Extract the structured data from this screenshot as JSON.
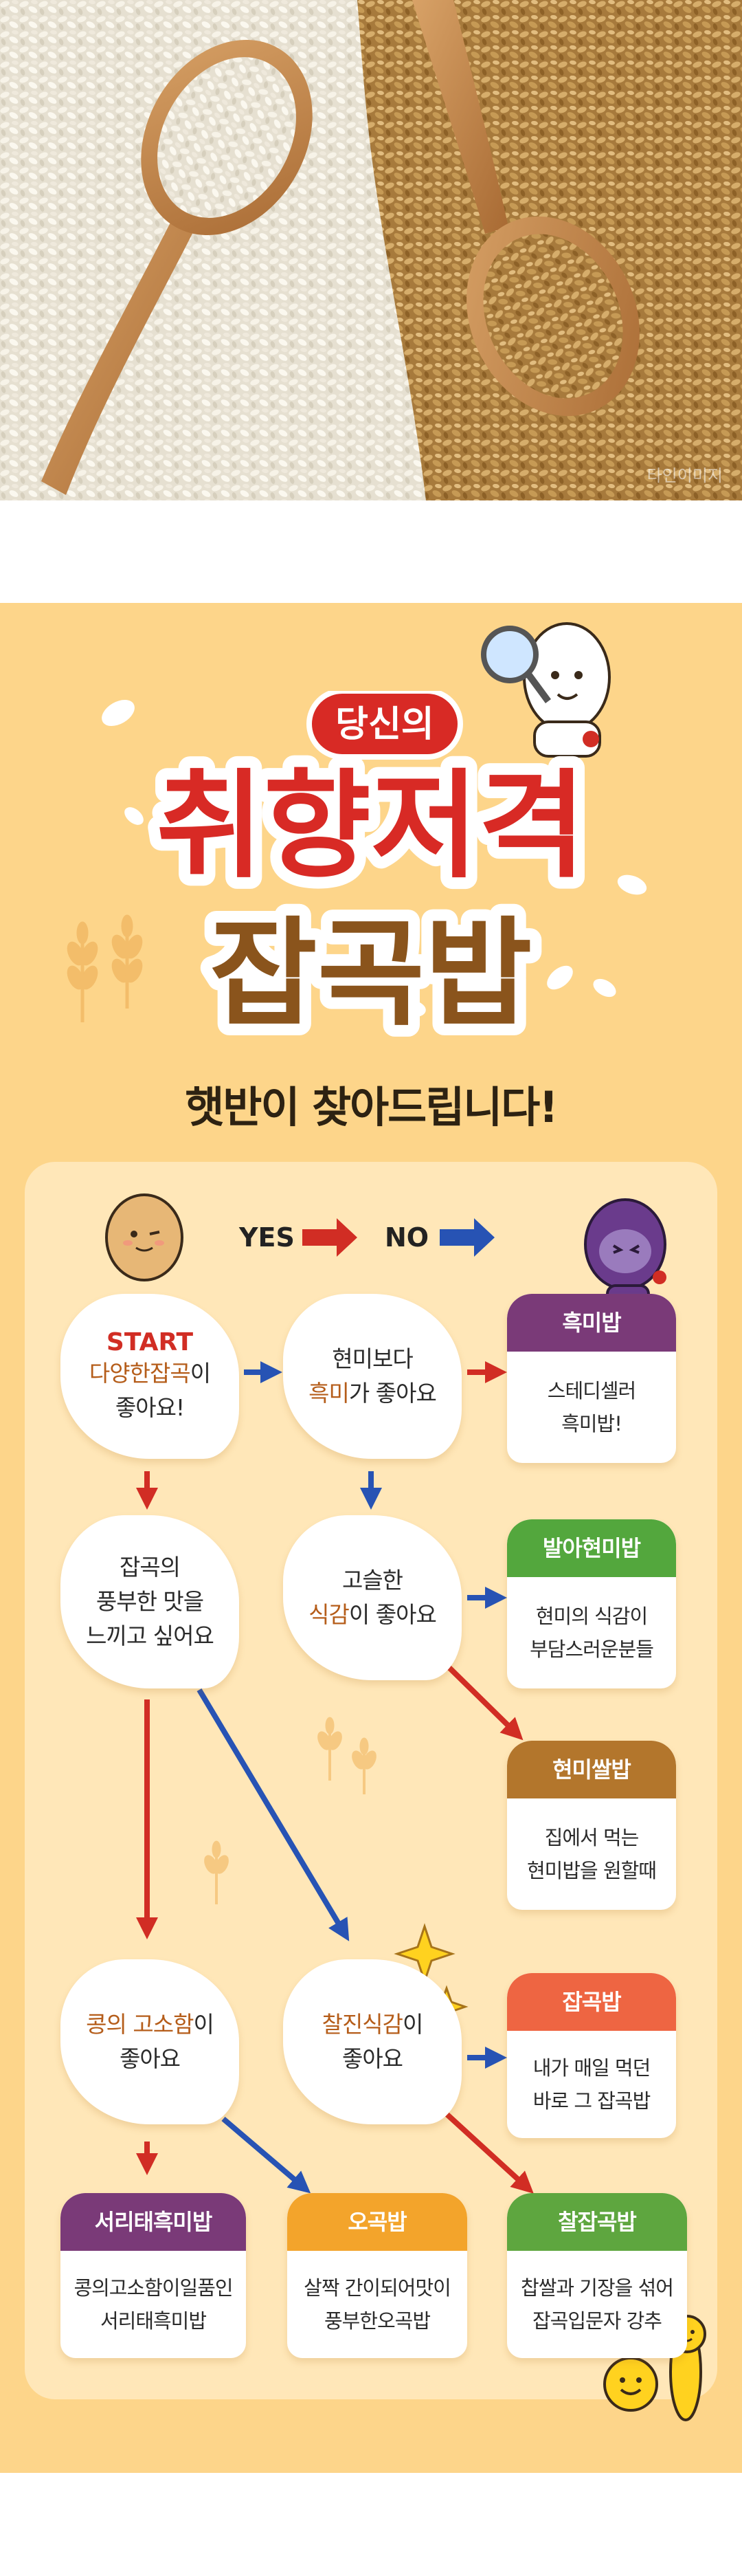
{
  "hero": {
    "watermark": "타인이미지"
  },
  "title": {
    "badge": "당신의",
    "line1": "취향저격",
    "line2": "잡곡밥"
  },
  "subtitle": "햇반이 찾아드립니다!",
  "legend": {
    "yes": "YES",
    "no": "NO"
  },
  "questions": {
    "q1": {
      "label": "START",
      "line1_hl": "다양한잡곡",
      "line1": "이",
      "line2": "좋아요!"
    },
    "q2": {
      "line1": "현미보다",
      "line2_hl": "흑미",
      "line2": "가 좋아요"
    },
    "q3": {
      "line1": "잡곡의",
      "line2": "풍부한 맛을",
      "line3": "느끼고 싶어요"
    },
    "q4": {
      "line1": "고슬한",
      "line2_hl": "식감",
      "line2": "이 좋아요"
    },
    "q5": {
      "line1_hl": "콩의 고소함",
      "line1": "이",
      "line2": "좋아요"
    },
    "q6": {
      "line1_hl": "찰진식감",
      "line1": "이",
      "line2": "좋아요"
    }
  },
  "results": {
    "r1": {
      "title": "흑미밥",
      "line1": "스테디셀러",
      "line2": "흑미밥!",
      "color": "#7a3a78"
    },
    "r2": {
      "title": "발아현미밥",
      "line1": "현미의 식감이",
      "line2": "부담스러운분들",
      "color": "#53a73d"
    },
    "r3": {
      "title": "현미쌀밥",
      "line1": "집에서 먹는",
      "line2": "현미밥을 원할때",
      "color": "#b3762c"
    },
    "r4": {
      "title": "잡곡밥",
      "line1": "내가 매일 먹던",
      "line2": "바로 그 잡곡밥",
      "color": "#ee6542"
    },
    "r5": {
      "title": "서리태흑미밥",
      "line1": "콩의고소함이일품인",
      "line2": "서리태흑미밥",
      "color": "#7a3a78"
    },
    "r6": {
      "title": "오곡밥",
      "line1": "살짝 간이되어맛이",
      "line2": "풍부한오곡밥",
      "color": "#f3a42b"
    },
    "r7": {
      "title": "찰잡곡밥",
      "line1": "찹쌀과 기장을 섞어",
      "line2": "잡곡입문자 강추",
      "color": "#5ea63f"
    }
  },
  "colors": {
    "yes_arrow": "#d12d24",
    "no_arrow": "#2753b4",
    "poster_bg": "#fdd58a",
    "panel_bg": "#ffe7b8",
    "title_red": "#d82a25",
    "title_brown": "#8a541c"
  }
}
